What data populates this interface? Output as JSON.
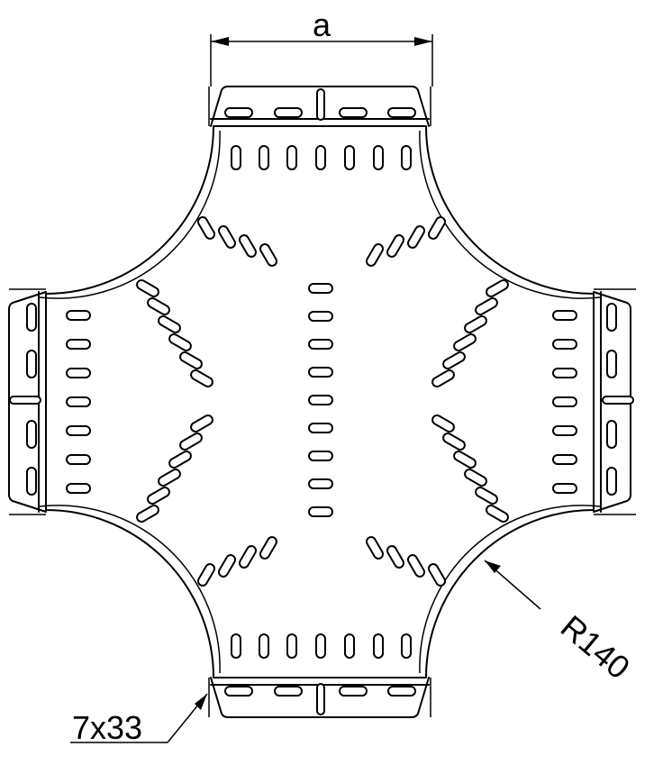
{
  "drawing": {
    "dimension_width_label": "a",
    "radius_label": "R140",
    "slot_size_label": "7x33",
    "colors": {
      "line": "#000000",
      "background": "#ffffff"
    }
  }
}
